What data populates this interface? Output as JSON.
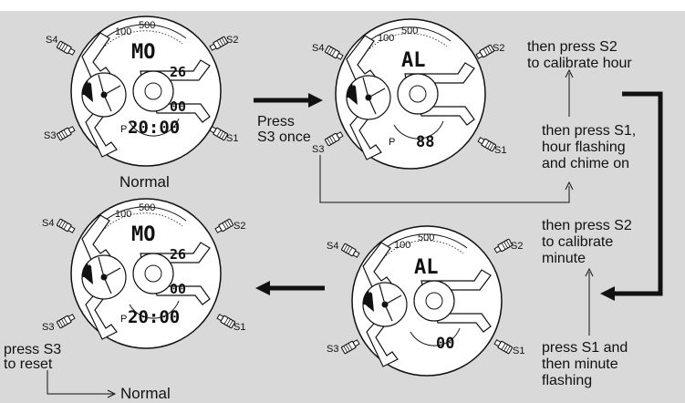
{
  "watch_top_left": {
    "top_text": "MO",
    "date": "26",
    "seconds": "00",
    "time": "20:00",
    "caption": "Normal"
  },
  "watch_top_right": {
    "top_text": "AL",
    "bottom_digits": "88"
  },
  "watch_bottom_left": {
    "top_text": "MO",
    "date": "26",
    "seconds": "00",
    "time": "20:00"
  },
  "watch_bottom_right": {
    "top_text": "AL",
    "bottom_digits": "00"
  },
  "buttons": {
    "s1": "S1",
    "s2": "S2",
    "s3": "S3",
    "s4": "S4"
  },
  "dial_marks": [
    "100",
    "500"
  ],
  "indicator_p": "P",
  "instructions": {
    "press_s3_once_l1": "Press",
    "press_s3_once_l2": "S3 once",
    "calibrate_hour_l1": "then press S2",
    "calibrate_hour_l2": "to calibrate hour",
    "hour_flash_l1": "then press S1,",
    "hour_flash_l2": "hour flashing",
    "hour_flash_l3": "and chime on",
    "calibrate_min_l1": "then press S2",
    "calibrate_min_l2": "to calibrate",
    "calibrate_min_l3": "minute",
    "min_flash_l1": "press S1 and",
    "min_flash_l2": "then minute",
    "min_flash_l3": "flashing",
    "reset_l1": "press S3",
    "reset_l2": "to reset",
    "normal_end": "Normal"
  }
}
